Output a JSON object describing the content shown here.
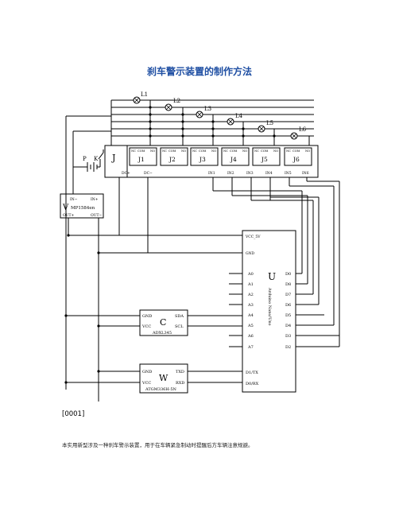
{
  "document": {
    "title": "刹车警示装置的制作方法",
    "paragraph_number": "[0001]",
    "paragraph_text": "本实用新型涉及一种刹车警示装置，用于在车辆紧急制动时提醒后方车辆注意规避。"
  },
  "figure": {
    "lamps": [
      "L1",
      "L2",
      "L3",
      "L4",
      "L5",
      "L6"
    ],
    "relay_block_label": "J",
    "relays": [
      "J1",
      "J2",
      "J3",
      "J4",
      "J5",
      "J6"
    ],
    "relay_pins": {
      "nc": "NC",
      "com": "COM",
      "no": "NO"
    },
    "relay_inputs": [
      "DC+",
      "DC−",
      "IN1",
      "IN2",
      "IN3",
      "IN4",
      "IN5",
      "IN6"
    ],
    "switch_labels": {
      "p": "P",
      "k": "K"
    },
    "regulator": {
      "label": "V",
      "part": "MP1584en",
      "in_plus": "IN+",
      "in_minus": "IN−",
      "out_plus": "OUT+",
      "out_minus": "OUT−"
    },
    "mcu": {
      "label": "U",
      "name": "Arduino Nano/Uno",
      "vcc": "VCC_5V",
      "gnd": "GND",
      "left_pins": [
        "A0",
        "A1",
        "A2",
        "A3",
        "A4",
        "A5",
        "A6",
        "A7"
      ],
      "right_pins": [
        "D0",
        "D8",
        "D7",
        "D6",
        "D5",
        "D4",
        "D3",
        "D2"
      ],
      "serial_pins": [
        "D1/TX",
        "D0/RX"
      ]
    },
    "sensor": {
      "label": "C",
      "part": "ADXL345",
      "gnd": "GND",
      "vcc": "VCC",
      "sda": "SDA",
      "scl": "SCL"
    },
    "wireless": {
      "label": "W",
      "part": "ATGM336H-5N",
      "gnd": "GND",
      "vcc": "VCC",
      "txd": "TXD",
      "rxd": "RXD"
    }
  }
}
